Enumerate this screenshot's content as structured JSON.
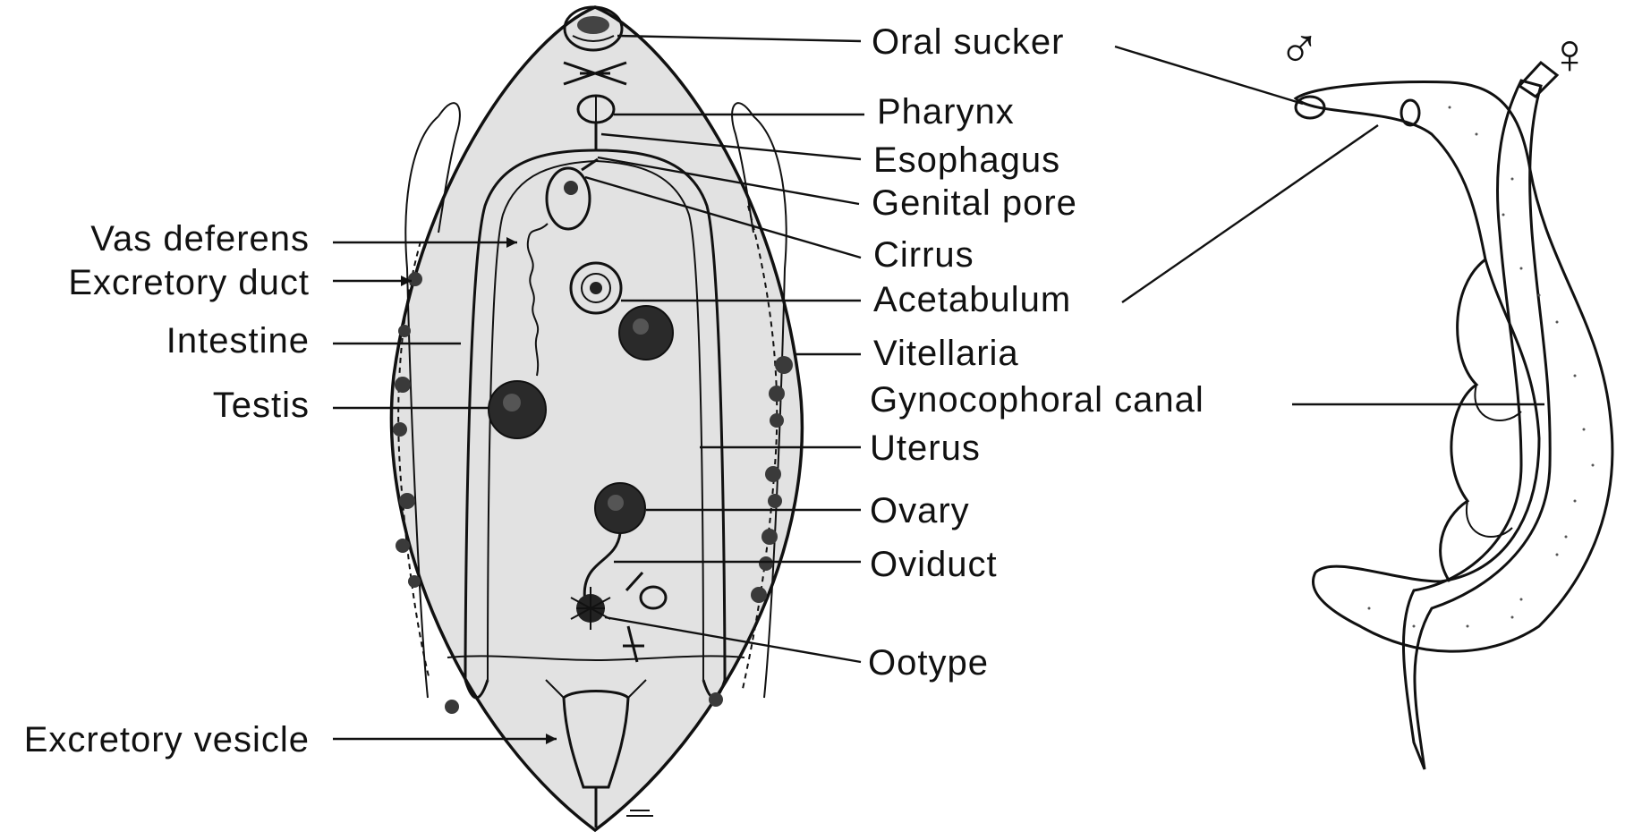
{
  "diagram": {
    "labels_left": {
      "vas_deferens": "Vas deferens",
      "excretory_duct": "Excretory duct",
      "intestine": "Intestine",
      "testis": "Testis",
      "excretory_vesicle": "Excretory vesicle"
    },
    "labels_right": {
      "oral_sucker": "Oral sucker",
      "pharynx": "Pharynx",
      "esophagus": "Esophagus",
      "genital_pore": "Genital pore",
      "cirrus": "Cirrus",
      "acetabulum": "Acetabulum",
      "vitellaria": "Vitellaria",
      "gynecophoral_canal": "Gynocophoral canal",
      "uterus": "Uterus",
      "ovary": "Ovary",
      "oviduct": "Oviduct",
      "ootype": "Ootype"
    },
    "symbols": {
      "male": "♂",
      "female": "♀"
    },
    "colors": {
      "ink": "#111111",
      "body_fill": "#e2e2e2",
      "background": "#ffffff"
    }
  }
}
